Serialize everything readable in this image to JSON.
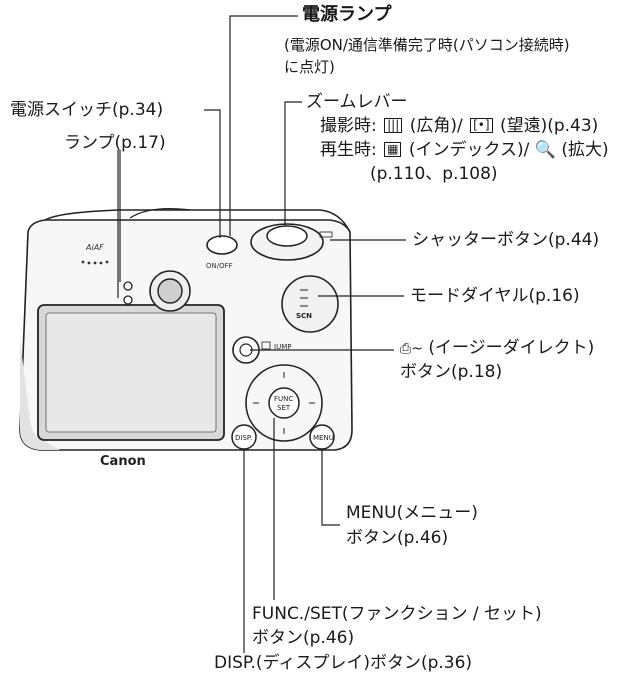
{
  "labels": {
    "power_lamp": "電源ランプ",
    "power_lamp_note_1": "(電源ON/通信準備完了時(パソコン接続時)",
    "power_lamp_note_2": "に点灯)",
    "power_switch": "電源スイッチ(p.34)",
    "lamp": "ランプ(p.17)",
    "zoom_lever": "ズームレバー",
    "zoom_shooting_prefix": "撮影時:",
    "zoom_shooting_wide": "(広角)/",
    "zoom_shooting_tele": "(望遠)(p.43)",
    "zoom_playback_prefix": "再生時:",
    "zoom_playback_index": "(インデックス)/",
    "zoom_playback_magnify": "(拡大)",
    "zoom_playback_pages": "(p.110、p.108)",
    "shutter_button": "シャッターボタン(p.44)",
    "mode_dial": "モードダイヤル(p.16)",
    "direct_button_1": "(イージーダイレクト)",
    "direct_button_2": "ボタン(p.18)",
    "menu_button_1": "MENU(メニュー)",
    "menu_button_2": "ボタン(p.46)",
    "func_button_1": "FUNC./SET(ファンクション / セット)",
    "func_button_2": "ボタン(p.46)",
    "disp_button": "DISP.(ディスプレイ)ボタン(p.36)"
  },
  "camera": {
    "brand": "Canon",
    "on_off": "ON/OFF",
    "func_set_line1": "FUNC",
    "func_set_line2": "SET",
    "disp": "DISP.",
    "menu": "MENU",
    "jump": "JUMP",
    "mode_scn": "SCN",
    "model_mark": "AiAF"
  },
  "icons": {
    "wide_icon": "wide-angle-icon",
    "tele_icon": "telephoto-icon",
    "index_icon": "index-icon",
    "magnify_icon": "magnify-icon",
    "print_share_icon": "print-share-icon"
  }
}
